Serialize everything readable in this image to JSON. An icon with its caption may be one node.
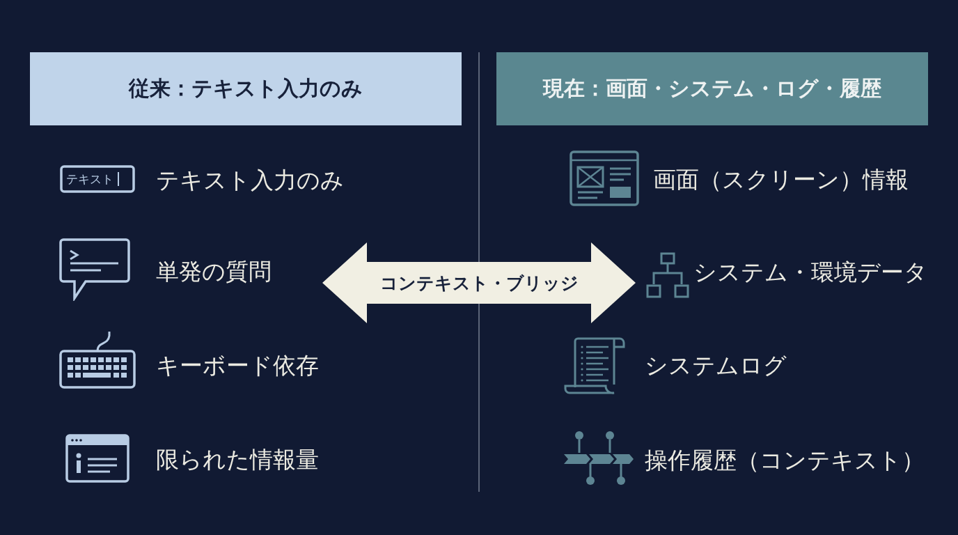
{
  "diagram": {
    "nodes": [
      {
        "text": [
          "従来：テキスト入力のみ"
        ]
      },
      {
        "text": [
          "現在：画面・システム・ログ・履歴"
        ]
      },
      {
        "text": [
          "コンテキスト・ブリッジ"
        ]
      }
    ],
    "labels": [
      "テキスト",
      "テキスト入力のみ",
      "単発の質問",
      "キーボード依存",
      "限られた情報量",
      "画面（スクリーン）情報",
      "システム・環境データ",
      "システムログ",
      "操作履歴（コンテキスト）"
    ]
  }
}
